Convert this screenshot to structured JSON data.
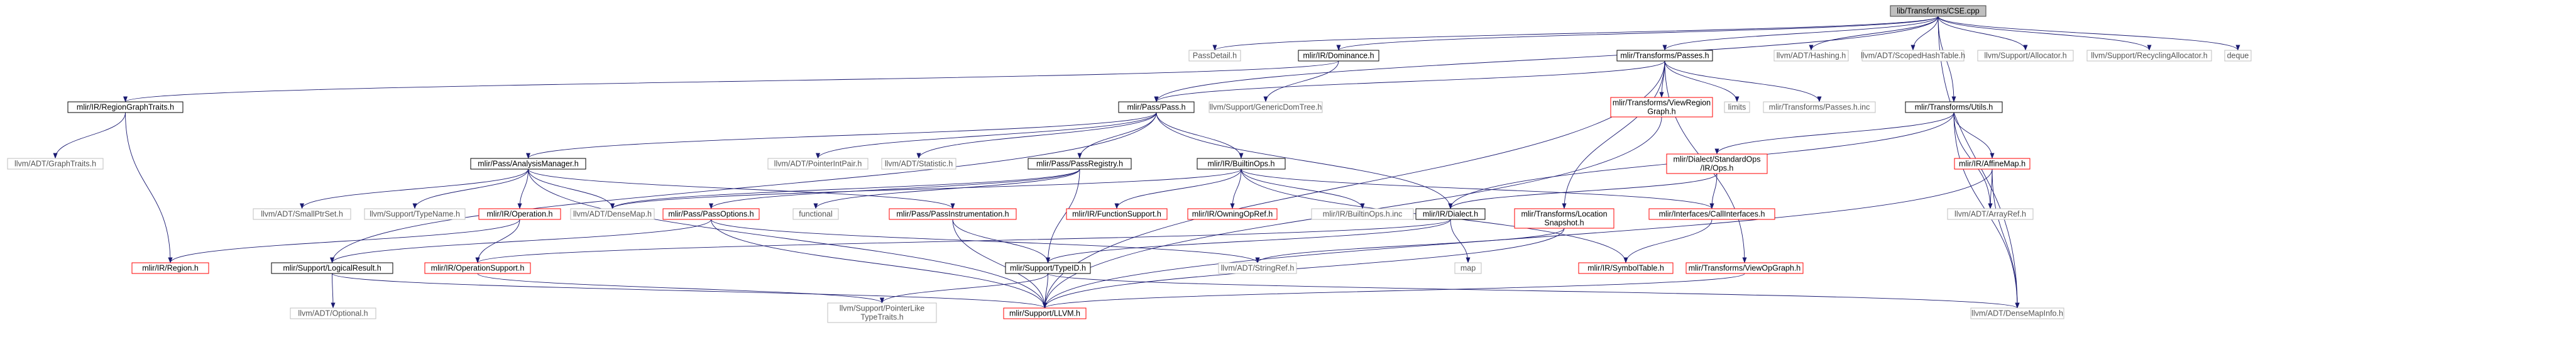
{
  "graph": {
    "type": "include-dependency-graph",
    "colors": {
      "edge": "#191970",
      "root_fill": "#bfbfbf",
      "root_border": "#404040",
      "documented_border": "#000000",
      "truncated_border": "#ff0000",
      "external_border": "#bfbfbf",
      "text": "#000000",
      "external_text": "#555555"
    },
    "nodes": [
      {
        "id": "root",
        "label": "lib/Transforms/CSE.cpp",
        "style": "root"
      },
      {
        "id": "passdetail",
        "label": "PassDetail.h",
        "style": "external"
      },
      {
        "id": "dominance",
        "label": "mlir/IR/Dominance.h",
        "style": "documented"
      },
      {
        "id": "passes",
        "label": "mlir/Transforms/Passes.h",
        "style": "documented"
      },
      {
        "id": "hashing",
        "label": "llvm/ADT/Hashing.h",
        "style": "external"
      },
      {
        "id": "scopedhash",
        "label": "llvm/ADT/ScopedHashTable.h",
        "style": "external"
      },
      {
        "id": "allocator",
        "label": "llvm/Support/Allocator.h",
        "style": "external"
      },
      {
        "id": "recycling",
        "label": "llvm/Support/RecyclingAllocator.h",
        "style": "external"
      },
      {
        "id": "deque",
        "label": "deque",
        "style": "external"
      },
      {
        "id": "regiongraph",
        "label": "mlir/IR/RegionGraphTraits.h",
        "style": "documented"
      },
      {
        "id": "genericdom",
        "label": "llvm/Support/GenericDomTree.h",
        "style": "external"
      },
      {
        "id": "pass",
        "label": "mlir/Pass/Pass.h",
        "style": "documented"
      },
      {
        "id": "viewregion",
        "label": [
          "mlir/Transforms/ViewRegion",
          "Graph.h"
        ],
        "style": "truncated"
      },
      {
        "id": "limits",
        "label": "limits",
        "style": "external"
      },
      {
        "id": "passesinc",
        "label": "mlir/Transforms/Passes.h.inc",
        "style": "external"
      },
      {
        "id": "tutils",
        "label": "mlir/Transforms/Utils.h",
        "style": "documented"
      },
      {
        "id": "graphtraits",
        "label": "llvm/ADT/GraphTraits.h",
        "style": "external"
      },
      {
        "id": "analysismgr",
        "label": "mlir/Pass/AnalysisManager.h",
        "style": "documented"
      },
      {
        "id": "pointerintpair",
        "label": "llvm/ADT/PointerIntPair.h",
        "style": "external"
      },
      {
        "id": "statistic",
        "label": "llvm/ADT/Statistic.h",
        "style": "external"
      },
      {
        "id": "passregistry",
        "label": "mlir/Pass/PassRegistry.h",
        "style": "documented"
      },
      {
        "id": "builtinops",
        "label": "mlir/IR/BuiltinOps.h",
        "style": "documented"
      },
      {
        "id": "stdops",
        "label": [
          "mlir/Dialect/StandardOps",
          "/IR/Ops.h"
        ],
        "style": "truncated"
      },
      {
        "id": "affinemap",
        "label": "mlir/IR/AffineMap.h",
        "style": "truncated"
      },
      {
        "id": "smallptrset",
        "label": "llvm/ADT/SmallPtrSet.h",
        "style": "external"
      },
      {
        "id": "typename",
        "label": "llvm/Support/TypeName.h",
        "style": "external"
      },
      {
        "id": "operation",
        "label": "mlir/IR/Operation.h",
        "style": "truncated"
      },
      {
        "id": "densemap",
        "label": "llvm/ADT/DenseMap.h",
        "style": "external"
      },
      {
        "id": "passoptions",
        "label": "mlir/Pass/PassOptions.h",
        "style": "truncated"
      },
      {
        "id": "functional",
        "label": "functional",
        "style": "external"
      },
      {
        "id": "passinstr",
        "label": "mlir/Pass/PassInstrumentation.h",
        "style": "truncated"
      },
      {
        "id": "functionsupport",
        "label": "mlir/IR/FunctionSupport.h",
        "style": "truncated"
      },
      {
        "id": "owningopref",
        "label": "mlir/IR/OwningOpRef.h",
        "style": "truncated"
      },
      {
        "id": "builtinopsinc",
        "label": "mlir/IR/BuiltinOps.h.inc",
        "style": "external"
      },
      {
        "id": "dialect",
        "label": "mlir/IR/Dialect.h",
        "style": "documented"
      },
      {
        "id": "locsnap",
        "label": [
          "mlir/Transforms/Location",
          "Snapshot.h"
        ],
        "style": "truncated"
      },
      {
        "id": "callinterfaces",
        "label": "mlir/Interfaces/CallInterfaces.h",
        "style": "truncated"
      },
      {
        "id": "arrayref",
        "label": "llvm/ADT/ArrayRef.h",
        "style": "external"
      },
      {
        "id": "region",
        "label": "mlir/IR/Region.h",
        "style": "truncated"
      },
      {
        "id": "logicalresult",
        "label": "mlir/Support/LogicalResult.h",
        "style": "documented"
      },
      {
        "id": "opsupport",
        "label": "mlir/IR/OperationSupport.h",
        "style": "truncated"
      },
      {
        "id": "stringref",
        "label": "llvm/ADT/StringRef.h",
        "style": "external"
      },
      {
        "id": "typeid",
        "label": "mlir/Support/TypeID.h",
        "style": "documented"
      },
      {
        "id": "map",
        "label": "map",
        "style": "external"
      },
      {
        "id": "symboltable",
        "label": "mlir/IR/SymbolTable.h",
        "style": "truncated"
      },
      {
        "id": "viewopgraph",
        "label": "mlir/Transforms/ViewOpGraph.h",
        "style": "truncated"
      },
      {
        "id": "optional",
        "label": "llvm/ADT/Optional.h",
        "style": "external"
      },
      {
        "id": "pointerlike",
        "label": [
          "llvm/Support/PointerLike",
          "TypeTraits.h"
        ],
        "style": "external"
      },
      {
        "id": "llvmh",
        "label": "mlir/Support/LLVM.h",
        "style": "truncated"
      },
      {
        "id": "densemapinfo",
        "label": "llvm/ADT/DenseMapInfo.h",
        "style": "external"
      }
    ],
    "edges": [
      [
        "root",
        "passdetail"
      ],
      [
        "root",
        "dominance"
      ],
      [
        "root",
        "passes"
      ],
      [
        "root",
        "hashing"
      ],
      [
        "root",
        "scopedhash"
      ],
      [
        "root",
        "allocator"
      ],
      [
        "root",
        "recycling"
      ],
      [
        "root",
        "deque"
      ],
      [
        "root",
        "tutils"
      ],
      [
        "root",
        "densemapinfo"
      ],
      [
        "root",
        "pass"
      ],
      [
        "dominance",
        "regiongraph"
      ],
      [
        "dominance",
        "genericdom"
      ],
      [
        "passes",
        "pass"
      ],
      [
        "passes",
        "viewregion"
      ],
      [
        "passes",
        "limits"
      ],
      [
        "passes",
        "passesinc"
      ],
      [
        "passes",
        "locsnap"
      ],
      [
        "passes",
        "viewopgraph"
      ],
      [
        "passes",
        "llvmh"
      ],
      [
        "regiongraph",
        "graphtraits"
      ],
      [
        "regiongraph",
        "region"
      ],
      [
        "pass",
        "analysismgr"
      ],
      [
        "pass",
        "pointerintpair"
      ],
      [
        "pass",
        "statistic"
      ],
      [
        "pass",
        "passregistry"
      ],
      [
        "pass",
        "builtinops"
      ],
      [
        "pass",
        "dialect"
      ],
      [
        "pass",
        "logicalresult"
      ],
      [
        "tutils",
        "stdops"
      ],
      [
        "tutils",
        "affinemap"
      ],
      [
        "tutils",
        "arrayref"
      ],
      [
        "tutils",
        "densemapinfo"
      ],
      [
        "tutils",
        "dialect"
      ],
      [
        "analysismgr",
        "smallptrset"
      ],
      [
        "analysismgr",
        "typename"
      ],
      [
        "analysismgr",
        "operation"
      ],
      [
        "analysismgr",
        "densemap"
      ],
      [
        "analysismgr",
        "passinstr"
      ],
      [
        "analysismgr",
        "llvmh"
      ],
      [
        "passregistry",
        "passoptions"
      ],
      [
        "passregistry",
        "functional"
      ],
      [
        "passregistry",
        "typeid"
      ],
      [
        "passregistry",
        "densemap"
      ],
      [
        "builtinops",
        "functionsupport"
      ],
      [
        "builtinops",
        "owningopref"
      ],
      [
        "builtinops",
        "builtinopsinc"
      ],
      [
        "builtinops",
        "callinterfaces"
      ],
      [
        "builtinops",
        "symboltable"
      ],
      [
        "builtinops",
        "densemap"
      ],
      [
        "stdops",
        "dialect"
      ],
      [
        "stdops",
        "callinterfaces"
      ],
      [
        "affinemap",
        "arrayref"
      ],
      [
        "affinemap",
        "densemapinfo"
      ],
      [
        "affinemap",
        "llvmh"
      ],
      [
        "operation",
        "region"
      ],
      [
        "operation",
        "opsupport"
      ],
      [
        "passoptions",
        "logicalresult"
      ],
      [
        "passoptions",
        "stringref"
      ],
      [
        "passoptions",
        "llvmh"
      ],
      [
        "passinstr",
        "typeid"
      ],
      [
        "passinstr",
        "llvmh"
      ],
      [
        "dialect",
        "opsupport"
      ],
      [
        "dialect",
        "map"
      ],
      [
        "dialect",
        "typeid"
      ],
      [
        "locsnap",
        "stringref"
      ],
      [
        "locsnap",
        "llvmh"
      ],
      [
        "callinterfaces",
        "symboltable"
      ],
      [
        "logicalresult",
        "optional"
      ],
      [
        "logicalresult",
        "llvmh"
      ],
      [
        "typeid",
        "pointerlike"
      ],
      [
        "typeid",
        "llvmh"
      ],
      [
        "typeid",
        "densemapinfo"
      ],
      [
        "viewopgraph",
        "llvmh"
      ],
      [
        "viewregion",
        "llvmh"
      ],
      [
        "opsupport",
        "pointerlike"
      ]
    ]
  }
}
